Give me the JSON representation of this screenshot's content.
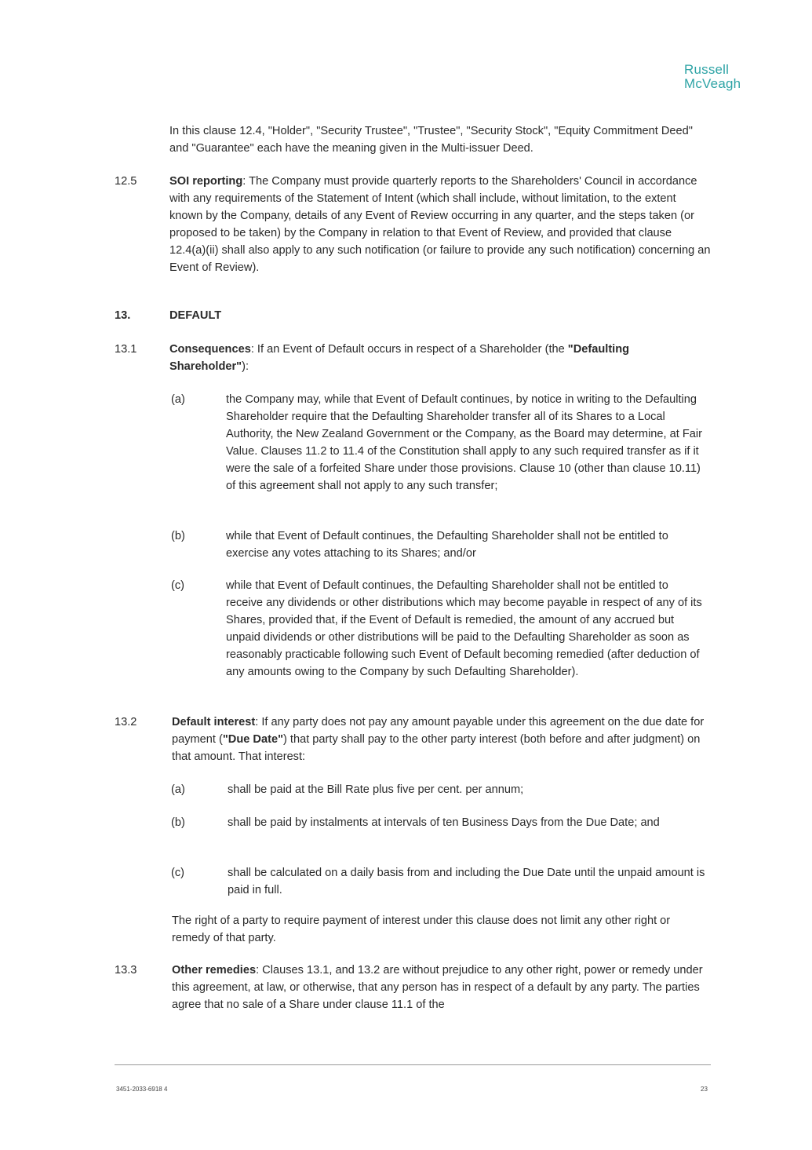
{
  "logo": {
    "line1": "Russell",
    "line2": "McVeagh"
  },
  "intro": {
    "text": "In this clause 12.4, \"Holder\", \"Security Trustee\", \"Trustee\", \"Security Stock\", \"Equity Commitment Deed\" and \"Guarantee\" each have the meaning given in the Multi-issuer Deed."
  },
  "c12_5": {
    "num": "12.5",
    "title": "SOI reporting",
    "text": ":  The Company must provide quarterly reports to the Shareholders' Council in accordance with any requirements of the Statement of Intent (which shall include, without limitation, to the extent known by the Company, details of any Event of Review occurring in any quarter, and the steps taken (or proposed to be taken) by the Company in relation to that Event of Review, and provided that clause 12.4(a)(ii) shall also apply to any such notification (or failure to provide any such notification) concerning an Event of Review)."
  },
  "s13": {
    "num": "13.",
    "title": "DEFAULT"
  },
  "c13_1": {
    "num": "13.1",
    "title": "Consequences",
    "text_a": ":  If an Event of Default occurs in respect of a Shareholder (the ",
    "defined": "\"Defaulting Shareholder\"",
    "text_b": "):",
    "items": [
      {
        "label": "(a)",
        "text": "the Company may, while that Event of Default continues, by notice in writing to the Defaulting Shareholder require that the Defaulting Shareholder transfer all of its Shares to a Local Authority, the New Zealand Government or the Company, as the Board may determine, at Fair Value.  Clauses 11.2 to 11.4 of the Constitution shall apply to any such required transfer as if it were the sale of a forfeited Share under those provisions.  Clause 10 (other than clause 10.11) of this agreement shall not apply to any such transfer;"
      },
      {
        "label": "(b)",
        "text": "while that Event of Default continues, the Defaulting Shareholder shall not be entitled to exercise any votes attaching to its Shares; and/or"
      },
      {
        "label": "(c)",
        "text": "while that Event of Default continues, the Defaulting Shareholder shall not be entitled to receive any dividends or other distributions which may become payable in respect of any of its Shares, provided that, if the Event of Default is remedied, the amount of any accrued but unpaid dividends or other distributions will be paid to the Defaulting Shareholder as soon as reasonably practicable following such Event of Default becoming remedied (after deduction of any amounts owing to the Company by such Defaulting Shareholder)."
      }
    ]
  },
  "c13_2": {
    "num": "13.2",
    "title": "Default interest",
    "text_a": ":  If any party does not pay any amount payable under this agreement on the due date for payment (",
    "defined": "\"Due Date\"",
    "text_b": ") that party shall pay to the other party interest (both before and after judgment) on that amount.  That interest:",
    "items": [
      {
        "label": "(a)",
        "text": "shall be paid at the Bill Rate plus five per cent. per annum;"
      },
      {
        "label": "(b)",
        "text": "shall be paid by instalments at intervals of ten Business Days from the Due Date; and"
      },
      {
        "label": "(c)",
        "text": "shall be calculated on a daily basis from and including the Due Date until the unpaid amount is paid in full."
      }
    ],
    "closing": "The right of a party to require payment of interest under this clause does not limit any other right or remedy of that party."
  },
  "c13_3": {
    "num": "13.3",
    "title": "Other remedies",
    "text": ":  Clauses 13.1, and 13.2 are without prejudice to any other right, power or remedy under this agreement, at law, or otherwise, that any person has in respect of a default by any party.  The parties agree that no sale of a Share under clause 11.1 of the"
  },
  "footer": {
    "ref": "3451-2033-6918 4",
    "page": "23"
  }
}
